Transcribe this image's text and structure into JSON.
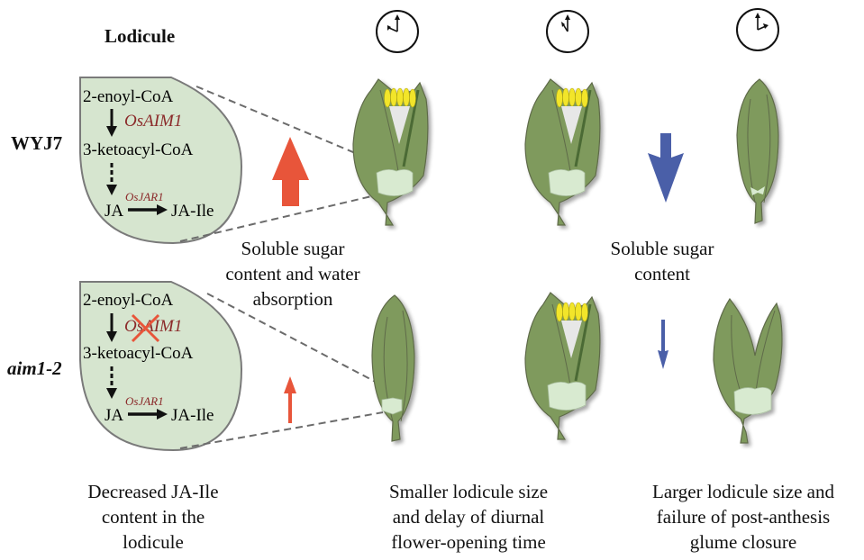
{
  "title": "Lodicule",
  "rows": [
    {
      "label": "WYJ7",
      "pathway": {
        "substrate": "2-enoyl-CoA",
        "enzyme1": "OsAIM1",
        "enzyme1_blocked": false,
        "intermediate": "3-ketoacyl-CoA",
        "product": "JA",
        "enzyme2": "OsJAR1",
        "final_product": "JA-Ile"
      }
    },
    {
      "label": "aim1-2",
      "pathway": {
        "substrate": "2-enoyl-CoA",
        "enzyme1": "OsAIM1",
        "enzyme1_blocked": true,
        "intermediate": "3-ketoacyl-CoA",
        "product": "JA",
        "enzyme2": "OsJAR1",
        "final_product": "JA-Ile"
      }
    }
  ],
  "clocks": [
    {
      "name": "clock-early",
      "hour_direction": "west",
      "minute_direction": "north"
    },
    {
      "name": "clock-noon",
      "hour_direction": "north-west",
      "minute_direction": "north"
    },
    {
      "name": "clock-afternoon",
      "hour_direction": "east",
      "minute_direction": "north"
    }
  ],
  "indicators": {
    "increase": {
      "text_lines": [
        "Soluble sugar",
        "content and water",
        "absorption"
      ],
      "color": "#e8553a"
    },
    "decrease": {
      "text_lines": [
        "Soluble sugar",
        "content"
      ],
      "color": "#4a5fa8"
    }
  },
  "captions": [
    {
      "lines": [
        "Decreased JA-Ile",
        "content in the",
        "lodicule"
      ]
    },
    {
      "lines": [
        "Smaller lodicule size",
        "and delay of diurnal",
        "flower-opening time"
      ]
    },
    {
      "lines": [
        "Larger lodicule size and",
        "failure of post-anthesis",
        "glume closure"
      ]
    }
  ],
  "colors": {
    "lodicule_panel": "#d6e5cf",
    "glume": "#7f9a5d",
    "glume_dark": "#5f7a42",
    "lodicule": "#d8ead0",
    "anther": "#f2e52a",
    "gene_text": "#8b2a2a",
    "cross": "#e8553a"
  }
}
